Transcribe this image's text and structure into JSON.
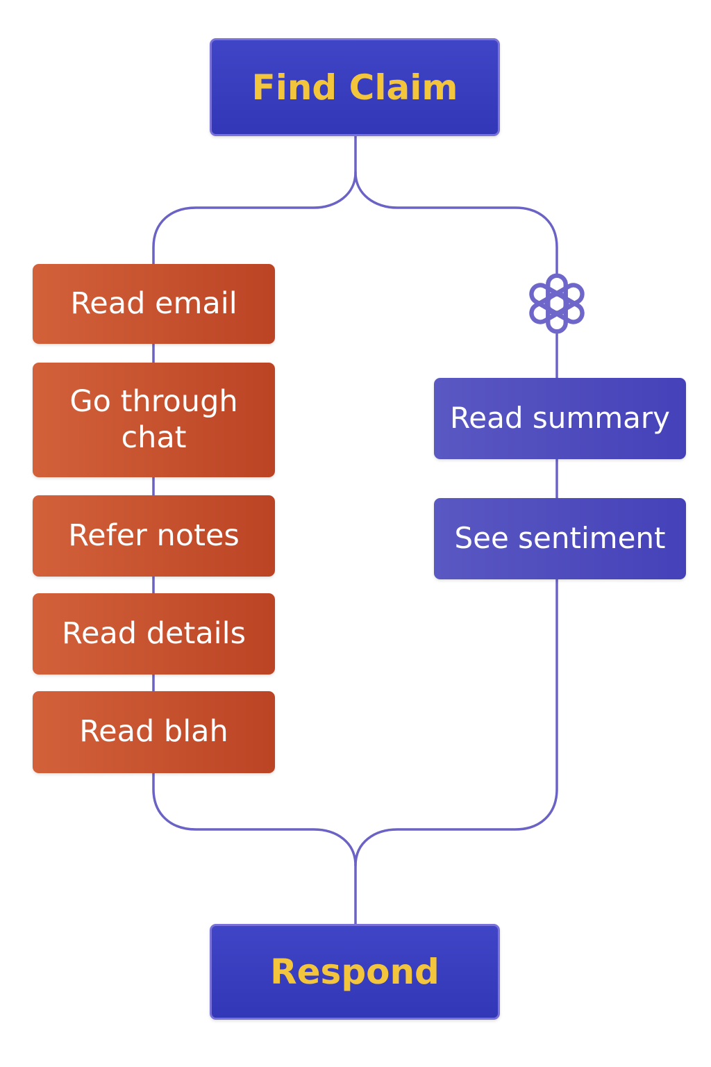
{
  "start": {
    "label": "Find Claim"
  },
  "end": {
    "label": "Respond"
  },
  "manual_path": {
    "steps": [
      {
        "label": "Read email"
      },
      {
        "label": "Go through\nchat"
      },
      {
        "label": "Refer notes"
      },
      {
        "label": "Read details"
      },
      {
        "label": "Read blah"
      }
    ]
  },
  "ai_path": {
    "icon": "ai-assistant-icon",
    "steps": [
      {
        "label": "Read summary"
      },
      {
        "label": "See sentiment"
      }
    ]
  },
  "colors": {
    "terminal_fill": "#353bbb",
    "terminal_text": "#f2c53d",
    "manual_fill": "#c9532f",
    "ai_fill": "#4f4cbd",
    "connector": "#6a62c4"
  }
}
